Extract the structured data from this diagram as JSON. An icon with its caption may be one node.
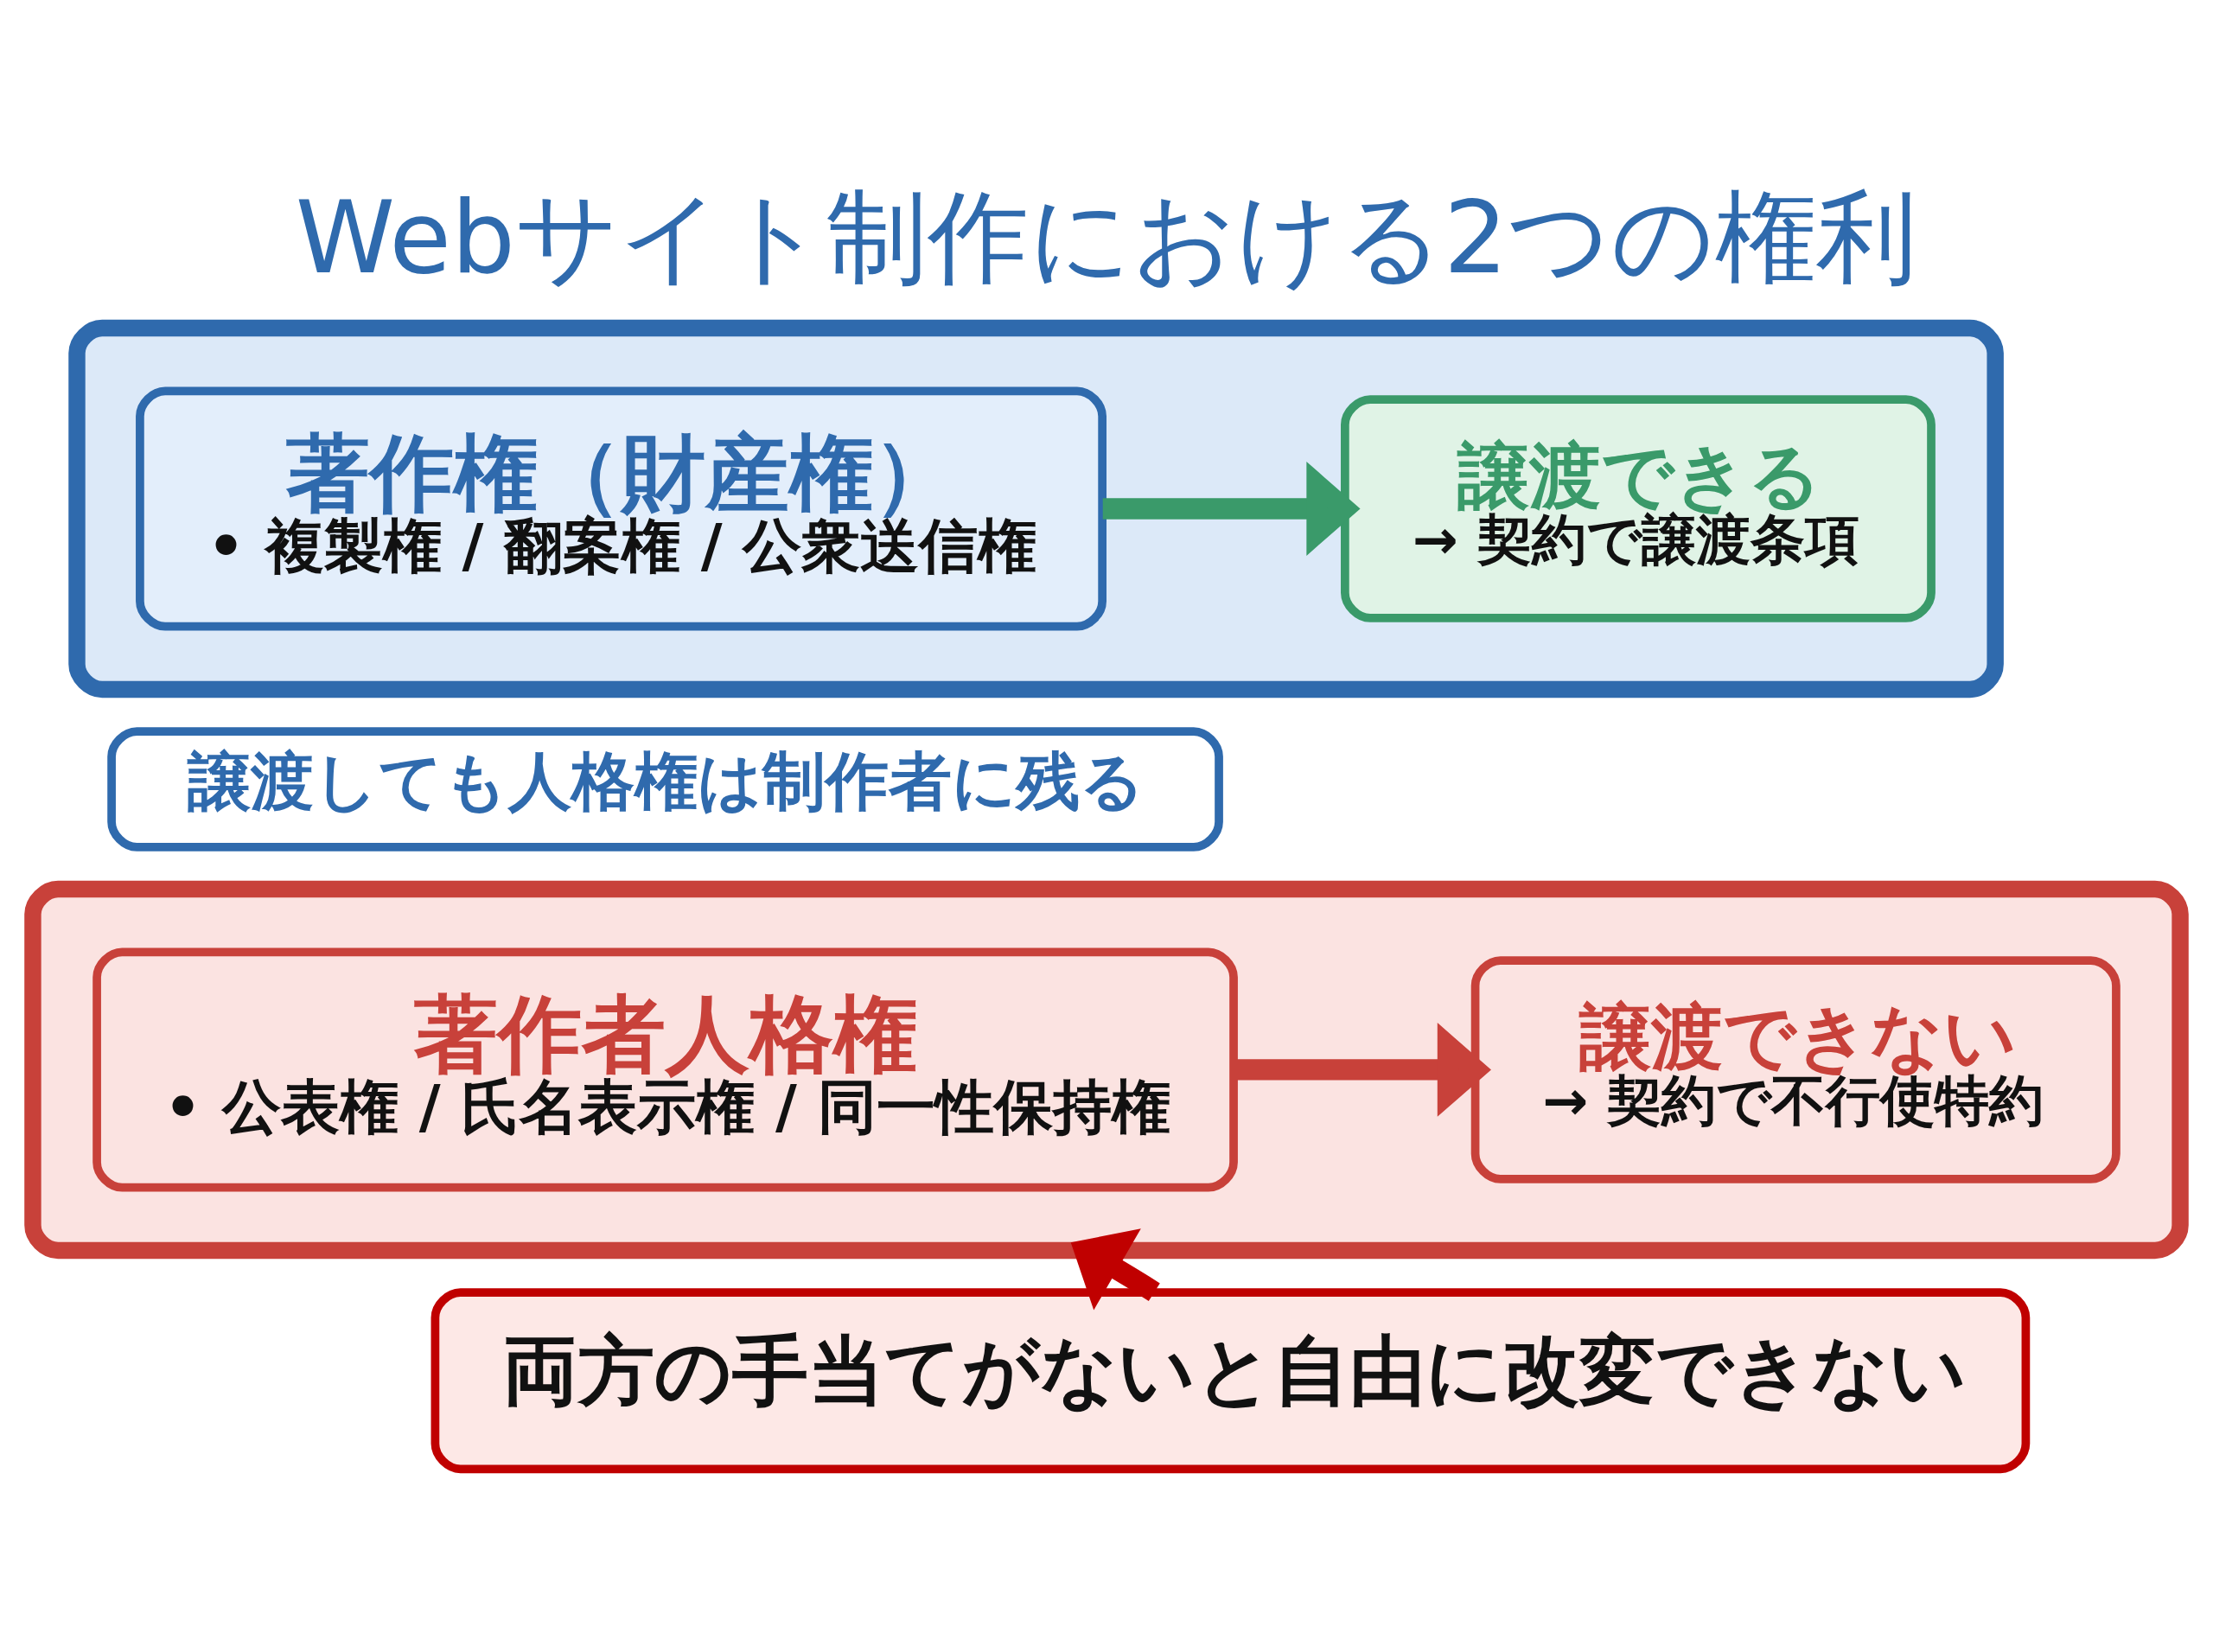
{
  "diagram": {
    "title": "Webサイト制作における2つの権利",
    "nodes": [
      {
        "text": [],
        "shape": "box"
      },
      {
        "text": [
          "著作権（財産権）",
          "• 複製権 / 翻案権 / 公衆送信権"
        ],
        "in": 0
      },
      {
        "text": [
          "譲渡できる",
          "→ 契約で譲渡条項"
        ],
        "in": 0
      },
      {
        "text": [
          "譲渡しても人格権は制作者に残る"
        ]
      },
      {
        "text": [],
        "shape": "box"
      },
      {
        "text": [
          "著作者人格権",
          "• 公表権 / 氏名表示権 / 同一性保持権"
        ],
        "in": 4
      },
      {
        "text": [
          "譲渡できない",
          "→ 契約で不行使特約"
        ],
        "in": 4
      },
      {
        "text": [
          "両方の手当てがないと自由に改変できない"
        ]
      }
    ],
    "edges": [
      {
        "from": 1,
        "to": 2,
        "arrow": "to",
        "color": "#3a9a6a"
      },
      {
        "from": 5,
        "to": 6,
        "arrow": "to",
        "color": "#c8413a"
      },
      {
        "from": 7,
        "to": 4,
        "arrow": "to",
        "color": "#c00000"
      }
    ]
  }
}
